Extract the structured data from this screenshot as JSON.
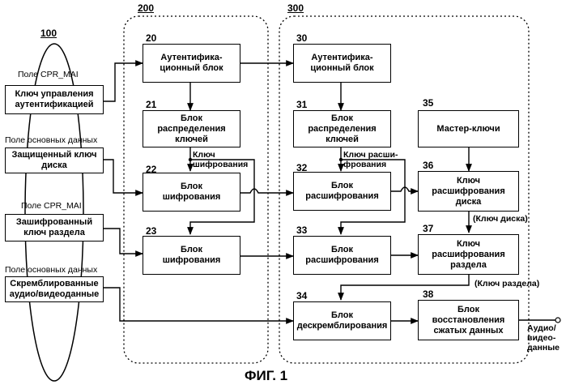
{
  "figure": {
    "caption": "ФИГ. 1"
  },
  "groups": {
    "g100": "100",
    "g200": "200",
    "g300": "300"
  },
  "inputs": {
    "field1": "Поле CPR_MAI",
    "box1": "Ключ управления аутентификацией",
    "field2": "Поле основных данных",
    "box2": "Защищенный ключ диска",
    "field3": "Поле CPR_MAI",
    "box3": "Зашифрованный ключ раздела",
    "field4": "Поле основных данных",
    "box4": "Скремблированные аудио/видеоданные"
  },
  "blocks": {
    "b20": {
      "num": "20",
      "label": "Аутентифика-ционный блок"
    },
    "b21": {
      "num": "21",
      "label": "Блок распределения ключей"
    },
    "b22": {
      "num": "22",
      "label": "Блок шифрования"
    },
    "b23": {
      "num": "23",
      "label": "Блок шифрования"
    },
    "b30": {
      "num": "30",
      "label": "Аутентифика-ционный блок"
    },
    "b31": {
      "num": "31",
      "label": "Блок распределения ключей"
    },
    "b32": {
      "num": "32",
      "label": "Блок расшифрования"
    },
    "b33": {
      "num": "33",
      "label": "Блок расшифрования"
    },
    "b34": {
      "num": "34",
      "label": "Блок дескремблирования"
    },
    "b35": {
      "num": "35",
      "label": "Мастер-ключи"
    },
    "b36": {
      "num": "36",
      "label": "Ключ расшифрования диска"
    },
    "b37": {
      "num": "37",
      "label": "Ключ расшифрования раздела"
    },
    "b38": {
      "num": "38",
      "label": "Блок восстановления сжатых данных"
    }
  },
  "annotations": {
    "enc_key_1": "Ключ",
    "enc_key_2": "шифрования",
    "dec_key_1": "Ключ расши-",
    "dec_key_2": "фрования",
    "disc_key": "(Ключ диска)",
    "section_key": "(Ключ раздела)",
    "output_1": "Аудио/",
    "output_2": "видео-",
    "output_3": "данные"
  }
}
